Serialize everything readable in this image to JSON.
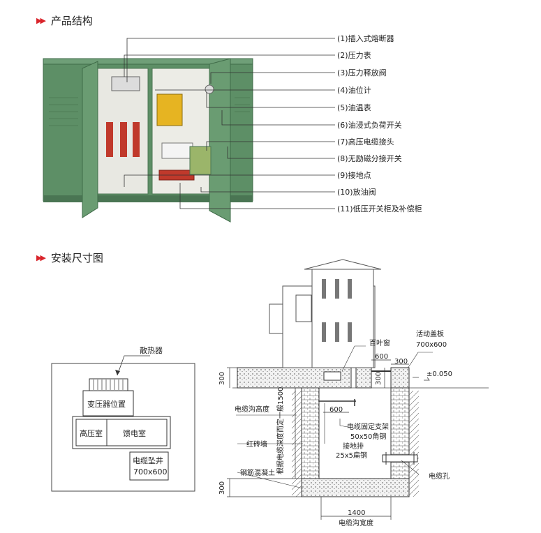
{
  "section1": {
    "title": "产品结构"
  },
  "callouts": [
    "(1)插入式熔断器",
    "(2)压力表",
    "(3)压力释放阀",
    "(4)油位计",
    "(5)油温表",
    "(6)油浸式负荷开关",
    "(7)高压电缆接头",
    "(8)无励磁分接开关",
    "(9)接地点",
    "(10)放油阀",
    "(11)低压开关柜及补偿柜"
  ],
  "section2": {
    "title": "安装尺寸图"
  },
  "plan": {
    "radiator": "散热器",
    "transformer": "变压器位置",
    "hv_room": "高压室",
    "feeder_room": "馈电室",
    "cable_well": "电缆坠井",
    "cable_well_size": "700x600"
  },
  "section_view": {
    "louver": "百叶窗",
    "cover": "活动盖板",
    "cover_size": "700x600",
    "dim_600_top": "600",
    "dim_300_top": "300",
    "dim_300_right": "300",
    "level": "±0.050",
    "dim_300_left": "300",
    "trench_height": "电缆沟高度",
    "depth_note": "根据电缆深度而定一般1500",
    "dim_600_mid": "600",
    "bracket": "电缆固定支架",
    "bracket_spec": "50x50角钢",
    "ground_bar": "接地排",
    "ground_spec": "25x5扁钢",
    "brick_wall": "红砖墙",
    "concrete": "钢筋混凝土",
    "cable_hole": "电缆孔",
    "dim_300_bottom": "300",
    "width": "1400",
    "trench_width": "电缆沟宽度"
  },
  "colors": {
    "accent": "#d9242b",
    "cabinet": "#5d8f66",
    "cabinet_dark": "#3f6b48"
  }
}
